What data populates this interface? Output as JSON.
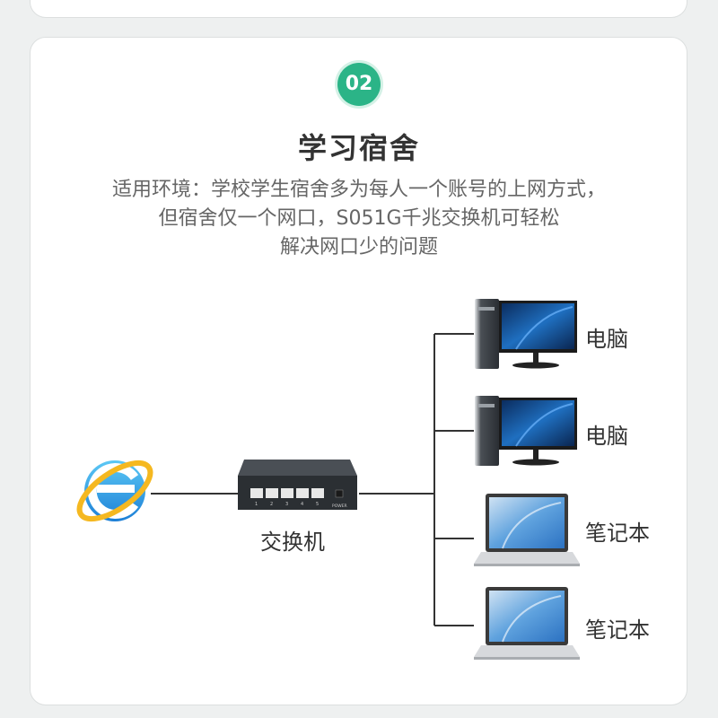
{
  "step": {
    "number": "02"
  },
  "heading": "学习宿舍",
  "description": [
    "适用环境：学校学生宿舍多为每人一个账号的上网方式，",
    "但宿舍仅一个网口，S051G千兆交换机可轻松",
    "解决网口少的问题"
  ],
  "diagram": {
    "switch_label": "交换机",
    "switch_power_text": "POWER",
    "switch_port_numbers": [
      "1",
      "2",
      "3",
      "4",
      "5"
    ],
    "devices": [
      {
        "label": "电脑",
        "icon": "desktop-pc-icon"
      },
      {
        "label": "电脑",
        "icon": "desktop-pc-icon"
      },
      {
        "label": "笔记本",
        "icon": "laptop-icon"
      },
      {
        "label": "笔记本",
        "icon": "laptop-icon"
      }
    ]
  },
  "colors": {
    "accent": "#2bb487",
    "line": "#333333",
    "switch_body": "#2b2f33"
  }
}
